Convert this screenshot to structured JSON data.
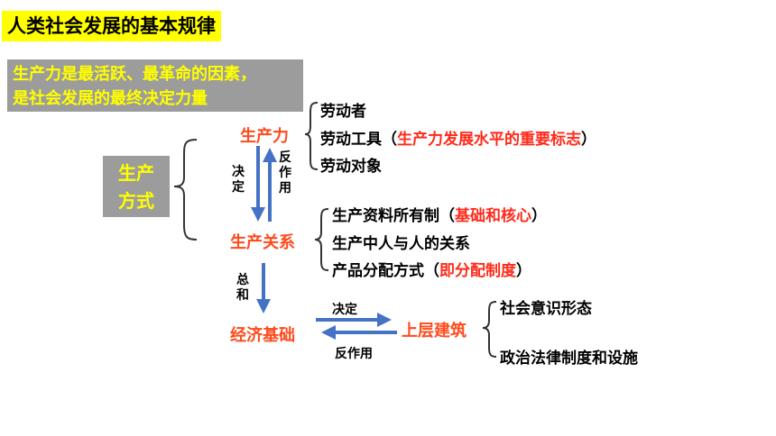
{
  "title": "人类社会发展的基本规律",
  "principle": {
    "line1": "生产力是最活跃、最革命的因素，",
    "line2": "是社会发展的最终决定力量"
  },
  "mode_box": {
    "line1": "生产",
    "line2": "方式"
  },
  "nodes": {
    "productive_forces": "生产力",
    "relations_of_production": "生产关系",
    "economic_base": "经济基础",
    "superstructure": "上层建筑"
  },
  "productive_forces_items": {
    "item1": "劳动者",
    "item2_prefix": "劳动工具（",
    "item2_highlight": "生产力发展水平的重要标志",
    "item2_suffix": "）",
    "item3": "劳动对象"
  },
  "relations_items": {
    "item1_prefix": "生产资料所有制（",
    "item1_highlight": "基础和核心",
    "item1_suffix": "）",
    "item2": "生产中人与人的关系",
    "item3_prefix": "产品分配方式（",
    "item3_highlight": "即分配制度",
    "item3_suffix": "）"
  },
  "superstructure_items": {
    "item1": "社会意识形态",
    "item2": "政治法律制度和设施"
  },
  "arrow_labels": {
    "decide_vertical": "决定",
    "react_vertical": "反作用",
    "sum_vertical": "总和",
    "decide_horizontal": "决定",
    "react_horizontal": "反作用"
  },
  "colors": {
    "title_bg": "#ffff00",
    "box_bg": "#9c9c9c",
    "box_text": "#ffff00",
    "node_text": "#ff4a1c",
    "highlight": "#ff2a1a",
    "arrow": "#4472c4"
  }
}
